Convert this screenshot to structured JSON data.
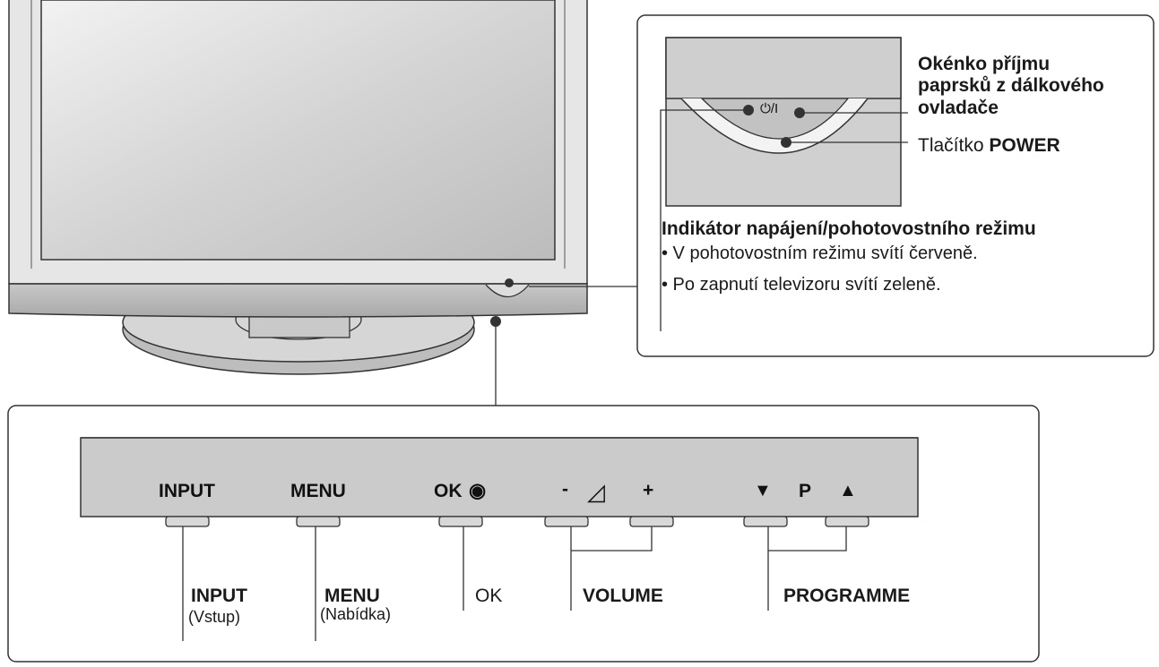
{
  "callout_top": {
    "remote_sensor_label_line1": "Okénko příjmu",
    "remote_sensor_label_line2": "paprsků z dálkového",
    "remote_sensor_label_line3": "ovladače",
    "power_button_prefix": "Tlačítko",
    "power_button_name": "POWER",
    "power_symbol": "⏻/I",
    "indicator_heading": "Indikátor napájení/pohotovostního režimu",
    "indicator_bullet_1": "• V  pohotovostním režimu svítí červeně.",
    "indicator_bullet_2": "• Po zapnutí televizoru svítí zeleně."
  },
  "control_panel": {
    "panel_labels": {
      "input": "INPUT",
      "menu": "MENU",
      "ok": "OK",
      "ok_symbol": "◉",
      "vol_minus": "-",
      "vol_symbol": "◿",
      "vol_plus": "+",
      "prog_down": "▼",
      "prog_p": "P",
      "prog_up": "▲"
    },
    "captions": {
      "input": "INPUT",
      "input_sub": "(Vstup)",
      "menu": "MENU",
      "menu_sub": "(Nabídka)",
      "ok": "OK",
      "volume": "VOLUME",
      "programme": "PROGRAMME"
    }
  },
  "colors": {
    "panel_gray": "#cccccc",
    "frame_gray": "#e3e3e3",
    "stroke": "#333333"
  }
}
